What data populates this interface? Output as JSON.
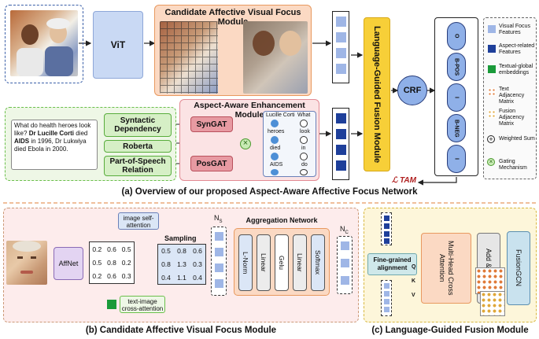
{
  "top": {
    "candidate_module_title": "Candidate Affective Visual Focus Module",
    "vit_label": "ViT",
    "aspect_module_title": "Aspect-Aware Enhancement Module",
    "language_fusion_title": "Language-Guided Fusion Module",
    "crf_label": "CRF",
    "tam_label": "ℒ TAM",
    "text_sample_html": "What do health heroes look like? <b>Dr Lucille Corti</b> died <b>AIDS</b> in 1996, Dr Lukwiya died Ebola in 2000.",
    "green_boxes": [
      "Syntactic Dependency",
      "Roberta",
      "Part-of-Speech Relation"
    ],
    "synGAT": "SynGAT",
    "posGAT": "PosGAT",
    "graph_nodes": [
      "Lucille Corti",
      "What",
      "heroes",
      "look",
      "died",
      "in",
      "AIDS",
      "do"
    ],
    "tags": [
      "O",
      "B-POS",
      "I",
      "B-NEG",
      "I"
    ],
    "caption": "(a) Overview of our proposed Aspect-Aware Affective Focus Network"
  },
  "legend": {
    "items": [
      {
        "label": "Visual Focus Features",
        "color": "#9fb6e6",
        "icon": "light-blue-square"
      },
      {
        "label": "Aspect-related Features",
        "color": "#1e3f9a",
        "icon": "dark-blue-square"
      },
      {
        "label": "Textual-global embeddings",
        "color": "#1a9a3a",
        "icon": "green-square"
      },
      {
        "label": "Text Adjacency Matrix",
        "color": "#e07b3a",
        "icon": "text-matrix-icon"
      },
      {
        "label": "Fusion Adjacency Matrix",
        "color": "#e0a83a",
        "icon": "fusion-matrix-icon"
      },
      {
        "label": "Weighted Sum",
        "color": "#000000",
        "icon": "weighted-sum-icon"
      },
      {
        "label": "Gating Mechanism",
        "color": "#6abf4b",
        "icon": "gating-icon"
      }
    ]
  },
  "bottom_b": {
    "affnet": "AffNet",
    "matrix1": [
      "0.2",
      "0.6",
      "0.5",
      "0.5",
      "0.8",
      "0.2",
      "0.2",
      "0.6",
      "0.3"
    ],
    "sampling": "Sampling",
    "matrix2": [
      "0.5",
      "0.8",
      "0.6",
      "0.8",
      "1.3",
      "0.3",
      "0.4",
      "1.1",
      "0.4"
    ],
    "image_self_attention": "image self-attention",
    "text_image_cross": "text-image cross-attention",
    "ns": "N",
    "ns_sub": "S",
    "nc": "N",
    "nc_sub": "C",
    "aggregation_title": "Aggregation Network",
    "agg_layers": [
      "L-Norm",
      "Linear",
      "Gelu",
      "Linear",
      "Softmax"
    ],
    "caption": "(b) Candidate Affective Visual Focus Module"
  },
  "bottom_c": {
    "fine_grained": "Fine-grained alignment",
    "mhca": "Multi-Head Cross Attention",
    "add_norm": "Add & Norm",
    "fusion_gcn": "FusionGCN",
    "q": "Q",
    "k": "K",
    "v": "V",
    "caption": "(c) Language-Guided Fusion Module"
  }
}
